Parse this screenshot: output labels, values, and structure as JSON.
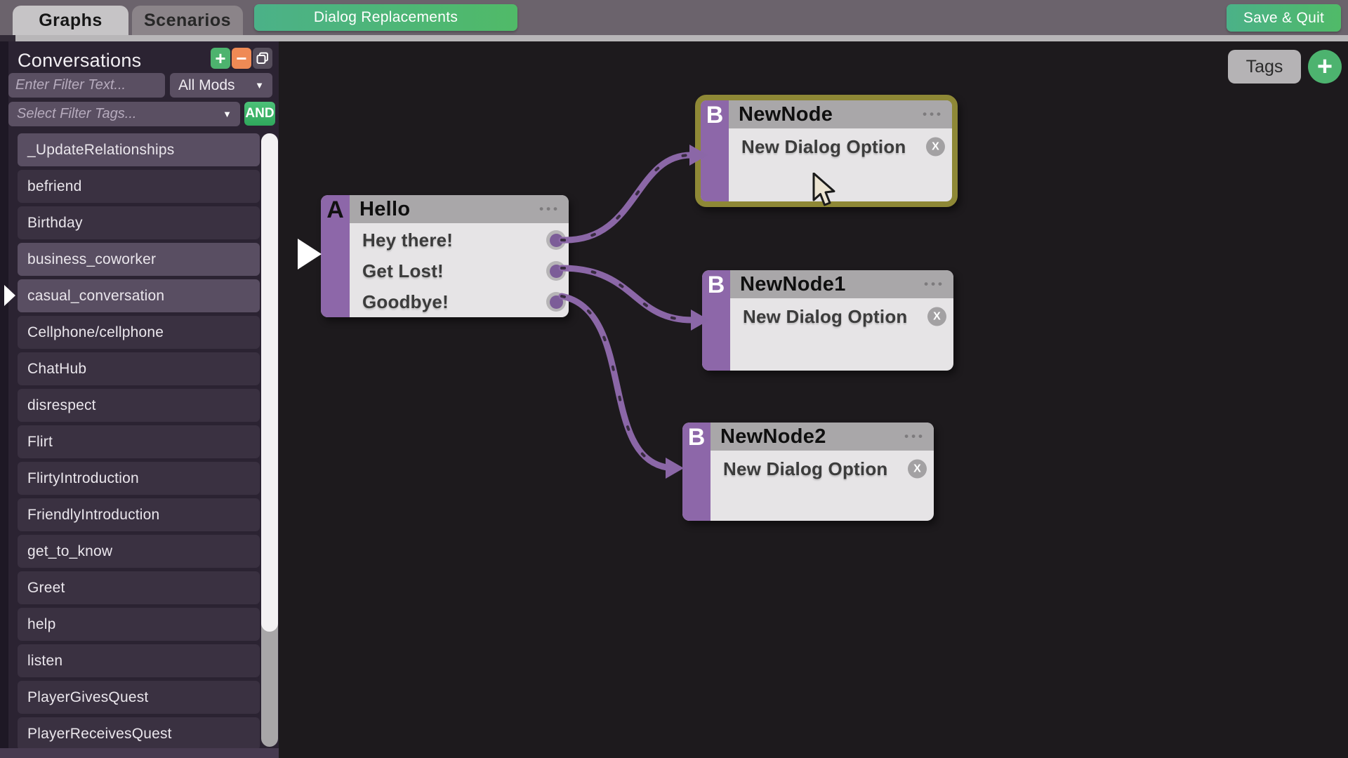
{
  "top_bar": {
    "tabs": [
      {
        "label": "Graphs",
        "active": true
      },
      {
        "label": "Scenarios",
        "active": false
      }
    ],
    "dialog_replacements_label": "Dialog Replacements",
    "save_quit_label": "Save & Quit"
  },
  "sidebar": {
    "title": "Conversations",
    "toolbar": {
      "add_label": "+",
      "remove_label": "−",
      "duplicate_icon": "copy-icon"
    },
    "filter_placeholder": "Enter Filter Text...",
    "mods_dropdown_value": "All Mods",
    "tags_dropdown_placeholder": "Select Filter Tags...",
    "and_button_label": "AND",
    "items": [
      {
        "label": "_UpdateRelationships",
        "highlighted": true,
        "selected": false
      },
      {
        "label": "befriend",
        "highlighted": false,
        "selected": false
      },
      {
        "label": "Birthday",
        "highlighted": false,
        "selected": false
      },
      {
        "label": "business_coworker",
        "highlighted": true,
        "selected": false
      },
      {
        "label": "casual_conversation",
        "highlighted": true,
        "selected": true
      },
      {
        "label": "Cellphone/cellphone",
        "highlighted": false,
        "selected": false
      },
      {
        "label": "ChatHub",
        "highlighted": false,
        "selected": false
      },
      {
        "label": "disrespect",
        "highlighted": false,
        "selected": false
      },
      {
        "label": "Flirt",
        "highlighted": false,
        "selected": false
      },
      {
        "label": "FlirtyIntroduction",
        "highlighted": false,
        "selected": false
      },
      {
        "label": "FriendlyIntroduction",
        "highlighted": false,
        "selected": false
      },
      {
        "label": "get_to_know",
        "highlighted": false,
        "selected": false
      },
      {
        "label": "Greet",
        "highlighted": false,
        "selected": false
      },
      {
        "label": "help",
        "highlighted": false,
        "selected": false
      },
      {
        "label": "listen",
        "highlighted": false,
        "selected": false
      },
      {
        "label": "PlayerGivesQuest",
        "highlighted": false,
        "selected": false
      },
      {
        "label": "PlayerReceivesQuest",
        "highlighted": false,
        "selected": false
      }
    ]
  },
  "canvas": {
    "tags_button_label": "Tags",
    "add_node_button_label": "+",
    "nodes": [
      {
        "letter": "A",
        "title": "Hello",
        "selected": false,
        "options": [
          {
            "label": "Hey there!"
          },
          {
            "label": "Get Lost!"
          },
          {
            "label": "Goodbye!"
          }
        ]
      },
      {
        "letter": "B",
        "title": "NewNode",
        "selected": true,
        "options": [
          {
            "label": "New Dialog Option"
          }
        ]
      },
      {
        "letter": "B",
        "title": "NewNode1",
        "selected": false,
        "options": [
          {
            "label": "New Dialog Option"
          }
        ]
      },
      {
        "letter": "B",
        "title": "NewNode2",
        "selected": false,
        "options": [
          {
            "label": "New Dialog Option"
          }
        ]
      }
    ],
    "connections": [
      {
        "from": "Hello/Hey there!",
        "to": "NewNode"
      },
      {
        "from": "Hello/Get Lost!",
        "to": "NewNode1"
      },
      {
        "from": "Hello/Goodbye!",
        "to": "NewNode2"
      }
    ]
  },
  "icons": {
    "menu_dots": "•••",
    "dropdown_arrow": "▼",
    "delete_glyph": "X"
  },
  "colors": {
    "accent_purple": "#8D67A9",
    "wire_purple": "#8B67A7",
    "selection_olive": "#8E8836",
    "green": "#4DB36F",
    "orange": "#EF8A55",
    "topbar": "#6B636C",
    "sidebar_bg": "#2B2332",
    "canvas_bg": "#1D1A1D"
  }
}
